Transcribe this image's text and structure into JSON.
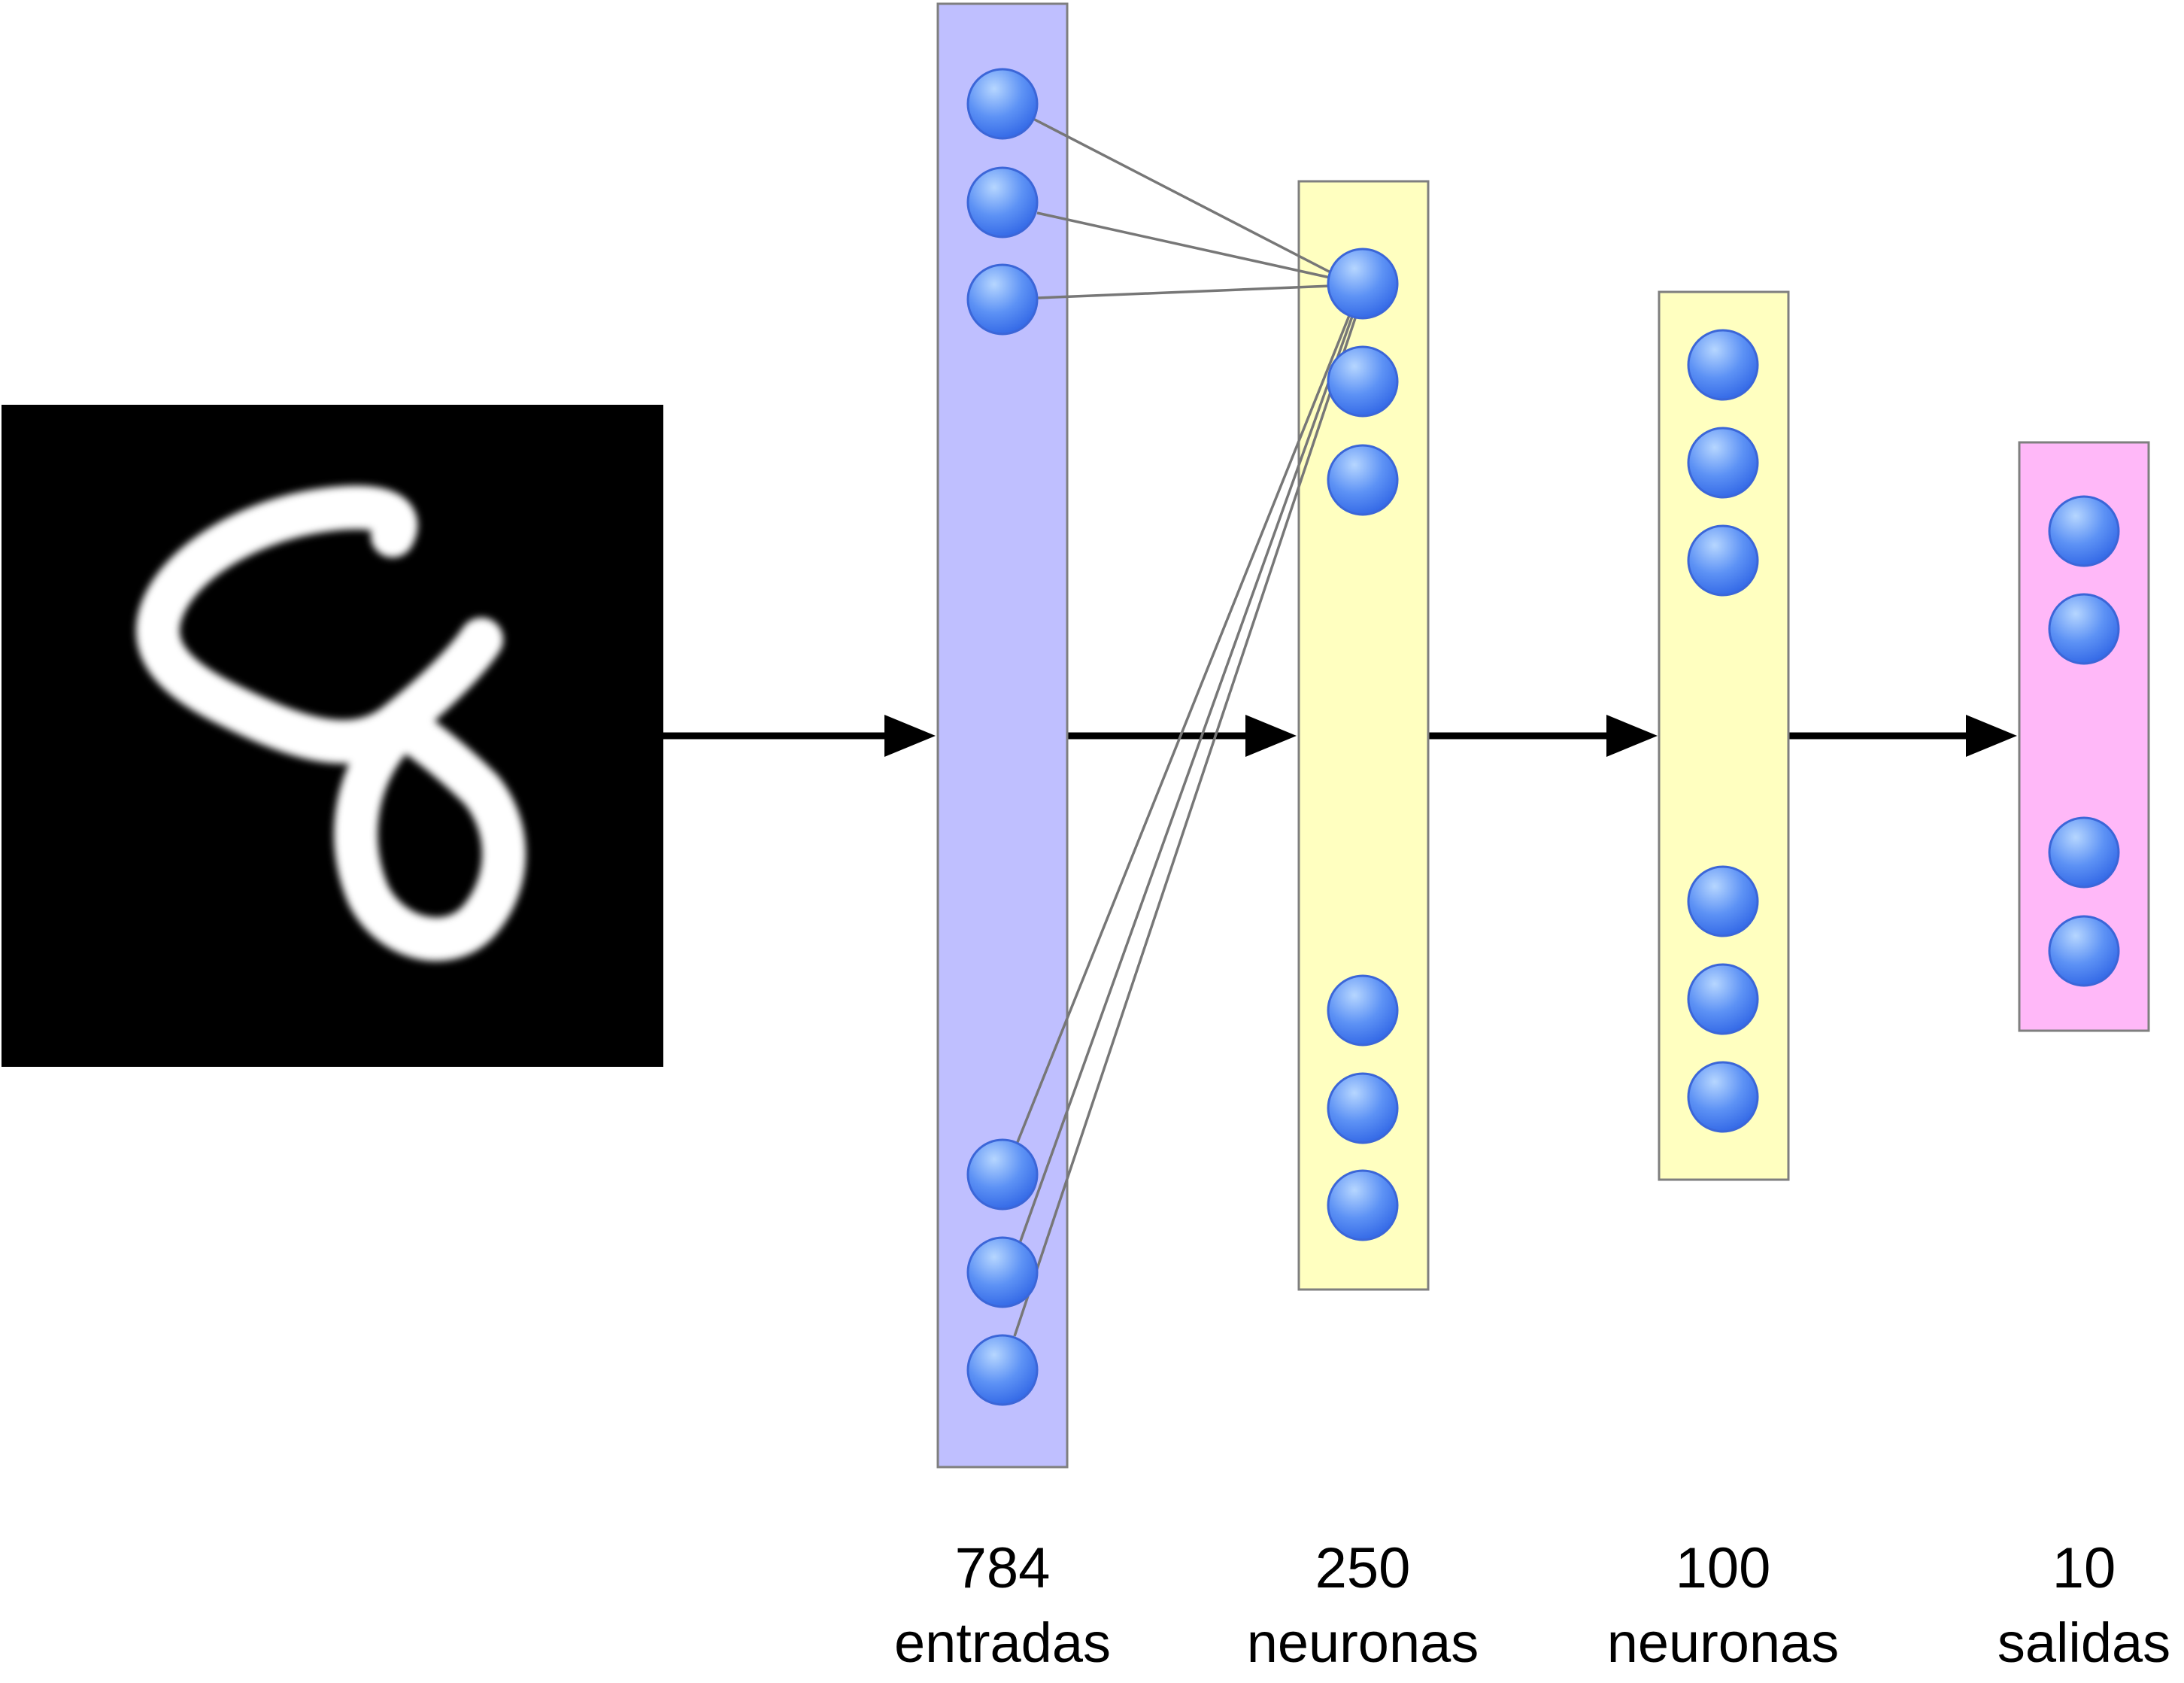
{
  "colors": {
    "input_layer": "#bfbfff",
    "hidden_layer": "#ffffc0",
    "output_layer": "#ffb8f8",
    "layer_border": "#7f7f7f",
    "neuron_light": "#9cc6ff",
    "neuron_dark": "#3a73f0",
    "connection": "#777777",
    "arrow": "#000000"
  },
  "input_image": {
    "description_icon": "handwritten-digit-image"
  },
  "layers": [
    {
      "id": "input",
      "count": "784",
      "unit": "entradas"
    },
    {
      "id": "hidden1",
      "count": "250",
      "unit": "neuronas"
    },
    {
      "id": "hidden2",
      "count": "100",
      "unit": "neuronas"
    },
    {
      "id": "output",
      "count": "10",
      "unit": "salidas"
    }
  ]
}
